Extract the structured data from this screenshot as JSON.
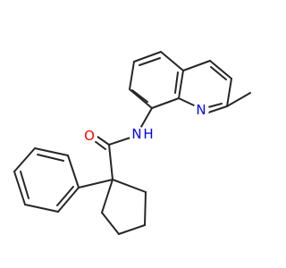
{
  "molecule": {
    "atoms": [
      {
        "id": "O",
        "label": "O",
        "color": "#ff0000"
      },
      {
        "id": "NH",
        "label": "N",
        "sublabel": "H",
        "color": "#0000ff"
      },
      {
        "id": "Nq",
        "label": "N",
        "color": "#0000ff"
      }
    ],
    "bond_color": "#262626"
  }
}
